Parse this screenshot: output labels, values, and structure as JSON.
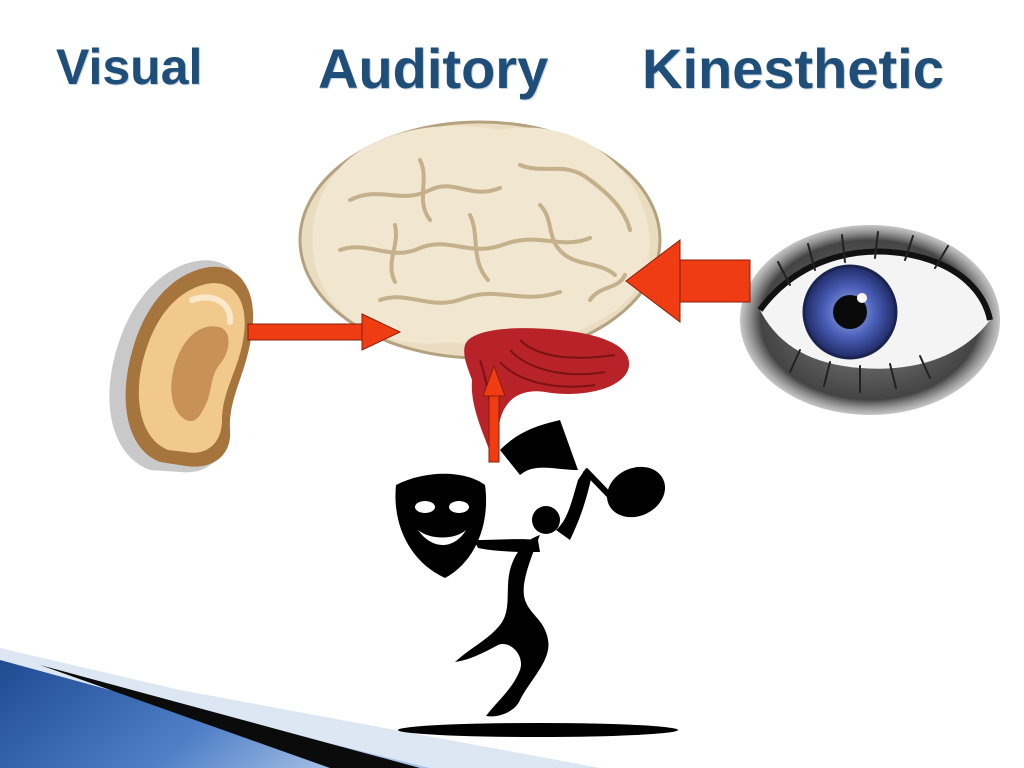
{
  "slide": {
    "titles": {
      "visual": "Visual",
      "auditory": "Auditory",
      "kinesthetic": "Kinesthetic"
    },
    "icons": {
      "ear": "ear-icon",
      "brain": "brain-icon",
      "eye": "eye-icon",
      "dancer": "dancer-icon",
      "mask": "theatre-mask-icon"
    },
    "colors": {
      "title": "#1f4e79",
      "arrow": "#f03c12",
      "brain": "#f1e6cf",
      "cerebellum": "#b8232a",
      "iris": "#4b5fb8",
      "ear": "#f2c98c",
      "silhouette": "#000000",
      "accent_band": "#2e5fa8"
    }
  }
}
